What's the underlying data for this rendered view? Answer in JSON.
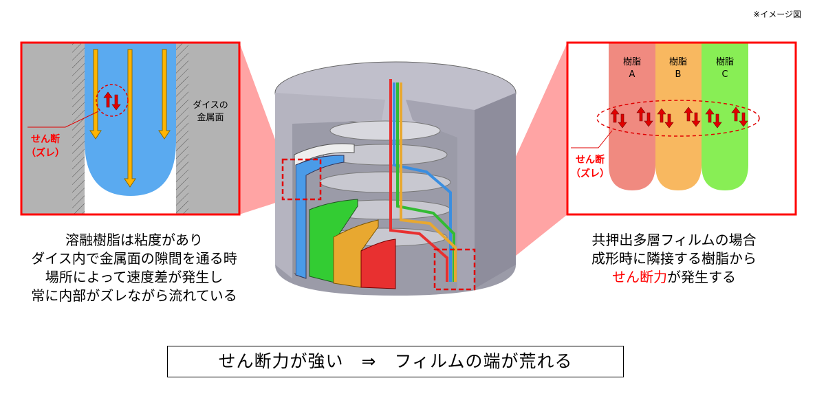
{
  "note": "※イメージ図",
  "left_zoom": {
    "wall_label_line1": "ダイスの",
    "wall_label_line2": "金属面",
    "shear_label_line1": "せん断",
    "shear_label_line2": "（ズレ）"
  },
  "right_zoom": {
    "resins": [
      {
        "label_line1": "樹脂",
        "label_line2": "A",
        "color": "#f08a80"
      },
      {
        "label_line1": "樹脂",
        "label_line2": "B",
        "color": "#f8b860"
      },
      {
        "label_line1": "樹脂",
        "label_line2": "C",
        "color": "#88ee55"
      }
    ],
    "shear_label_line1": "せん断",
    "shear_label_line2": "（ズレ）"
  },
  "left_caption": [
    "溶融樹脂は粘度があり",
    "ダイス内で金属面の隙間を通る時",
    "場所によって速度差が発生し",
    "常に内部がズレながら流れている"
  ],
  "right_caption": {
    "line1": "共押出多層フィルムの場合",
    "line2": "成形時に隣接する樹脂から",
    "line3_highlight": "せん断力",
    "line3_rest": "が発生する"
  },
  "bottom_box": "せん断力が強い　⇒　フィルムの端が荒れる",
  "colors": {
    "accent_red": "#ff0000",
    "melt_blue": "#5aaaf0",
    "arrow_orange": "#ffb400",
    "metal_gray": "#b0b0b0"
  }
}
